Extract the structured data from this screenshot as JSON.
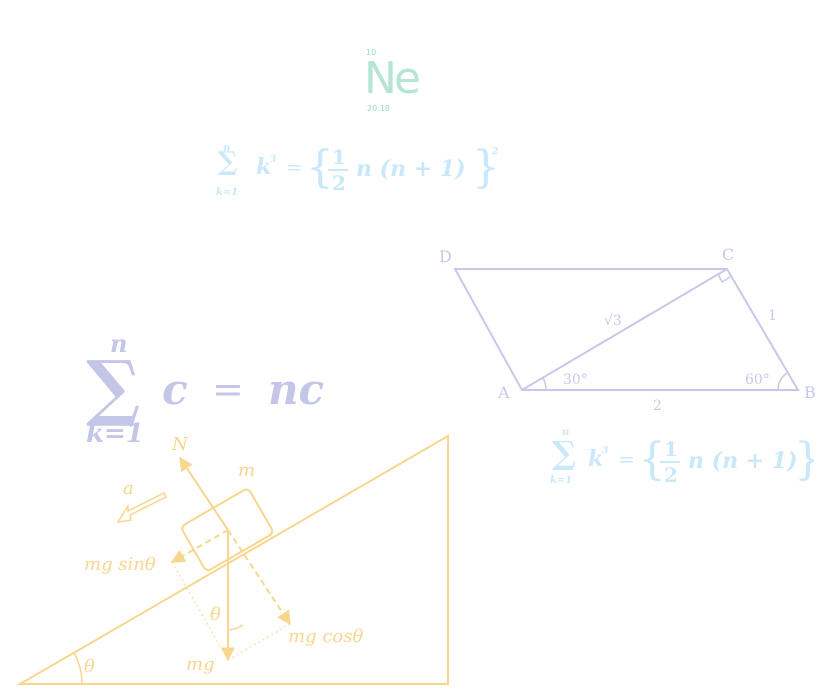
{
  "element": {
    "number": "10",
    "symbol": "Ne",
    "mass": "20.18"
  },
  "formula_top": {
    "upper": "n",
    "lower": "k=1",
    "term": "k",
    "power": "3",
    "equals": "=",
    "numerator": "1",
    "denominator": "2",
    "rhs": "n (n + 1)",
    "outer_power": "2"
  },
  "formula_right": {
    "upper": "n",
    "lower": "k=1",
    "term": "k",
    "power": "3",
    "equals": "=",
    "numerator": "1",
    "denominator": "2",
    "rhs": "n (n + 1)"
  },
  "sum_formula": {
    "upper": "n",
    "lower": "k=1",
    "summand": "c",
    "equals": "=",
    "result": "nc"
  },
  "parallelogram": {
    "vertex_d": "D",
    "vertex_c": "C",
    "vertex_a": "A",
    "vertex_b": "B",
    "diagonal_label": "√3",
    "side_cb_label": "1",
    "side_ab_label": "2",
    "angle_a_label": "30°",
    "angle_b_label": "60°"
  },
  "incline": {
    "normal_label": "N",
    "mass_label": "m",
    "accel_label": "a",
    "sin_label": "mg sinθ",
    "cos_label": "mg cosθ",
    "weight_label": "mg",
    "theta_inner": "θ",
    "theta_base": "θ"
  },
  "colors": {
    "element": "#b5e6d3",
    "formula_blue": "#c9e8fa",
    "sum_purple": "#c3c6e6",
    "parallelogram": "#c6c9e8",
    "incline": "#f7d68f"
  }
}
